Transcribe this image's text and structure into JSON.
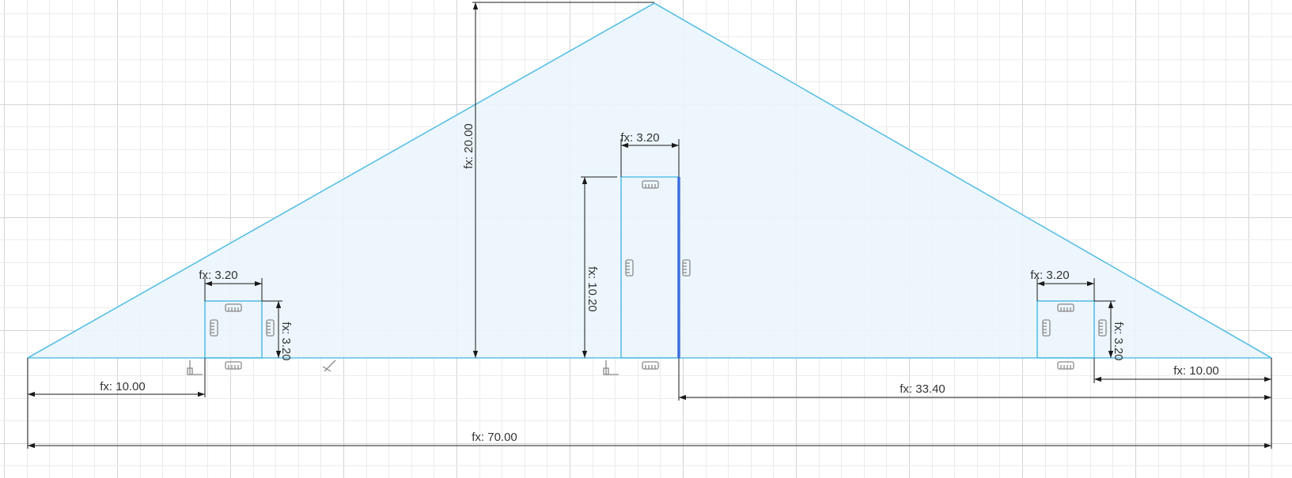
{
  "diagram": {
    "dimensions": {
      "overall_width": "fx: 70.00",
      "apex_height": "fx: 20.00",
      "center_window_width": "fx: 3.20",
      "center_window_height": "fx: 10.20",
      "left_window_width": "fx: 3.20",
      "left_window_height": "fx: 3.20",
      "left_offset": "fx: 10.00",
      "right_window_width": "fx: 3.20",
      "right_window_height": "fx: 3.20",
      "right_offset": "fx: 10.00",
      "center_to_right": "fx: 33.40"
    },
    "colors": {
      "sketch_line": "#5bc0e6",
      "profile_fill": "#eaf5fc",
      "selected_line": "#3d6fe0",
      "dimension_line": "#1a1a1a",
      "grid_major": "#d4d4d4",
      "grid_minor": "#ececec"
    },
    "icons": {
      "horizontal_constraint": "horizontal-constraint-icon",
      "vertical_constraint": "vertical-constraint-icon",
      "perpendicular_constraint": "perpendicular-constraint-icon",
      "fix_constraint": "fix-constraint-icon"
    }
  }
}
